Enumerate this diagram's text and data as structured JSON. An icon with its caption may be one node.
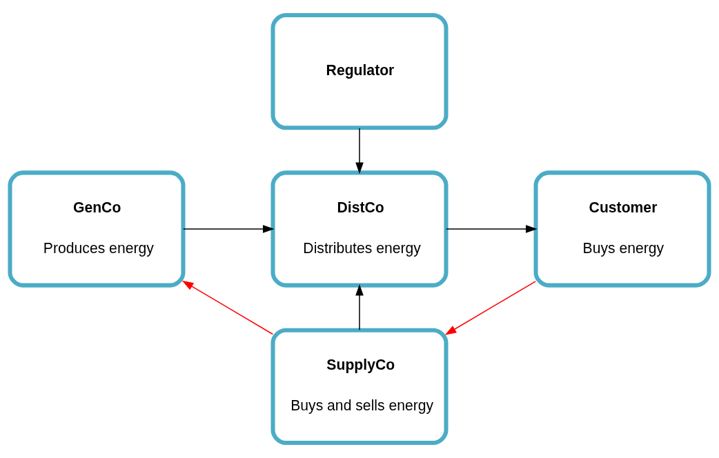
{
  "diagram": {
    "nodes": [
      {
        "text": [
          "Regulator"
        ]
      },
      {
        "text": [
          "GenCo",
          "Produces energy"
        ]
      },
      {
        "text": [
          "DistCo",
          "Distributes energy"
        ]
      },
      {
        "text": [
          "Customer",
          "Buys energy"
        ]
      },
      {
        "text": [
          "SupplyCo",
          "Buys and sells energy"
        ]
      }
    ],
    "edges": [
      {
        "from": 0,
        "to": 2,
        "arrow": "to"
      },
      {
        "from": 1,
        "to": 2,
        "arrow": "to"
      },
      {
        "from": 2,
        "to": 3,
        "arrow": "to"
      },
      {
        "from": 4,
        "to": 2,
        "arrow": "to"
      },
      {
        "from": 4,
        "to": 1,
        "arrow": "to",
        "color": "#ff0000"
      },
      {
        "from": 3,
        "to": 4,
        "arrow": "to",
        "color": "#ff0000"
      }
    ]
  }
}
